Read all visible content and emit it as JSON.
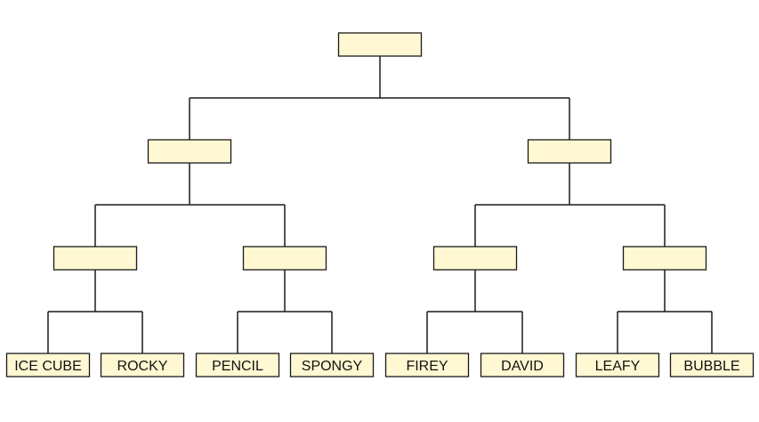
{
  "bracket": {
    "rounds": [
      {
        "round": 1,
        "slots": [
          "ICE CUBE",
          "ROCKY",
          "PENCIL",
          "SPONGY",
          "FIREY",
          "DAVID",
          "LEAFY",
          "BUBBLE"
        ]
      },
      {
        "round": 2,
        "slots": [
          "",
          "",
          "",
          ""
        ]
      },
      {
        "round": 3,
        "slots": [
          "",
          ""
        ]
      },
      {
        "round": 4,
        "slots": [
          ""
        ]
      }
    ],
    "colors": {
      "slot_fill": "#fff8d2",
      "line": "#1a1a1a",
      "text": "#111111"
    }
  }
}
